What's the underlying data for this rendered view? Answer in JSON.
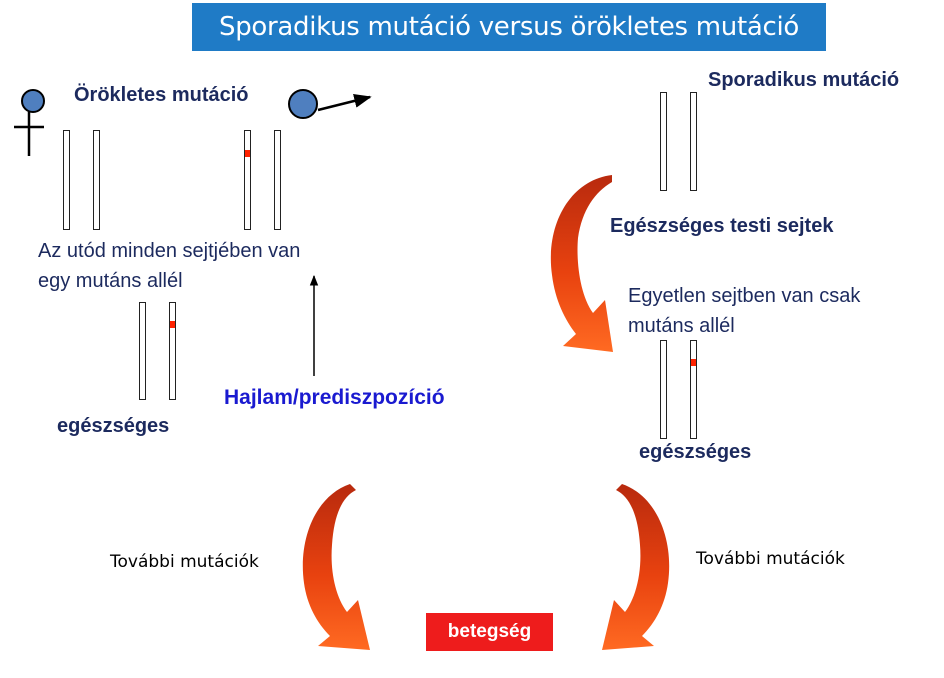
{
  "title": "Sporadikus mutáció versus örökletes mutáció",
  "left": {
    "heading": "Örökletes mutáció",
    "offspring_text_line1": "Az utód minden sejtjében van",
    "offspring_text_line2": "egy mutáns allél",
    "healthy_label": "egészséges",
    "predisposition_label": "Hajlam/prediszpozíció",
    "further_mutations_label": "További mutációk"
  },
  "right": {
    "heading": "Sporadikus mutáció",
    "healthy_somatic_label": "Egészséges testi sejtek",
    "single_cell_text_line1": "Egyetlen sejtben van csak",
    "single_cell_text_line2": "mutáns allél",
    "healthy_label": "egészséges",
    "further_mutations_label": "További mutációk"
  },
  "outcome_label": "betegség",
  "colors": {
    "title_bg": "#1f7bc6",
    "navy_text": "#1c2a5e",
    "predisposition_text": "#1a1ad0",
    "mutation_mark": "#ff2200",
    "outcome_bg": "#ee1c1c",
    "symbol_fill": "#4f7fbf",
    "arrow_dark": "#c42a10",
    "arrow_light": "#ff5a1a"
  },
  "icons": [
    "female-symbol-icon",
    "male-symbol-icon",
    "curved-arrow-icon"
  ]
}
